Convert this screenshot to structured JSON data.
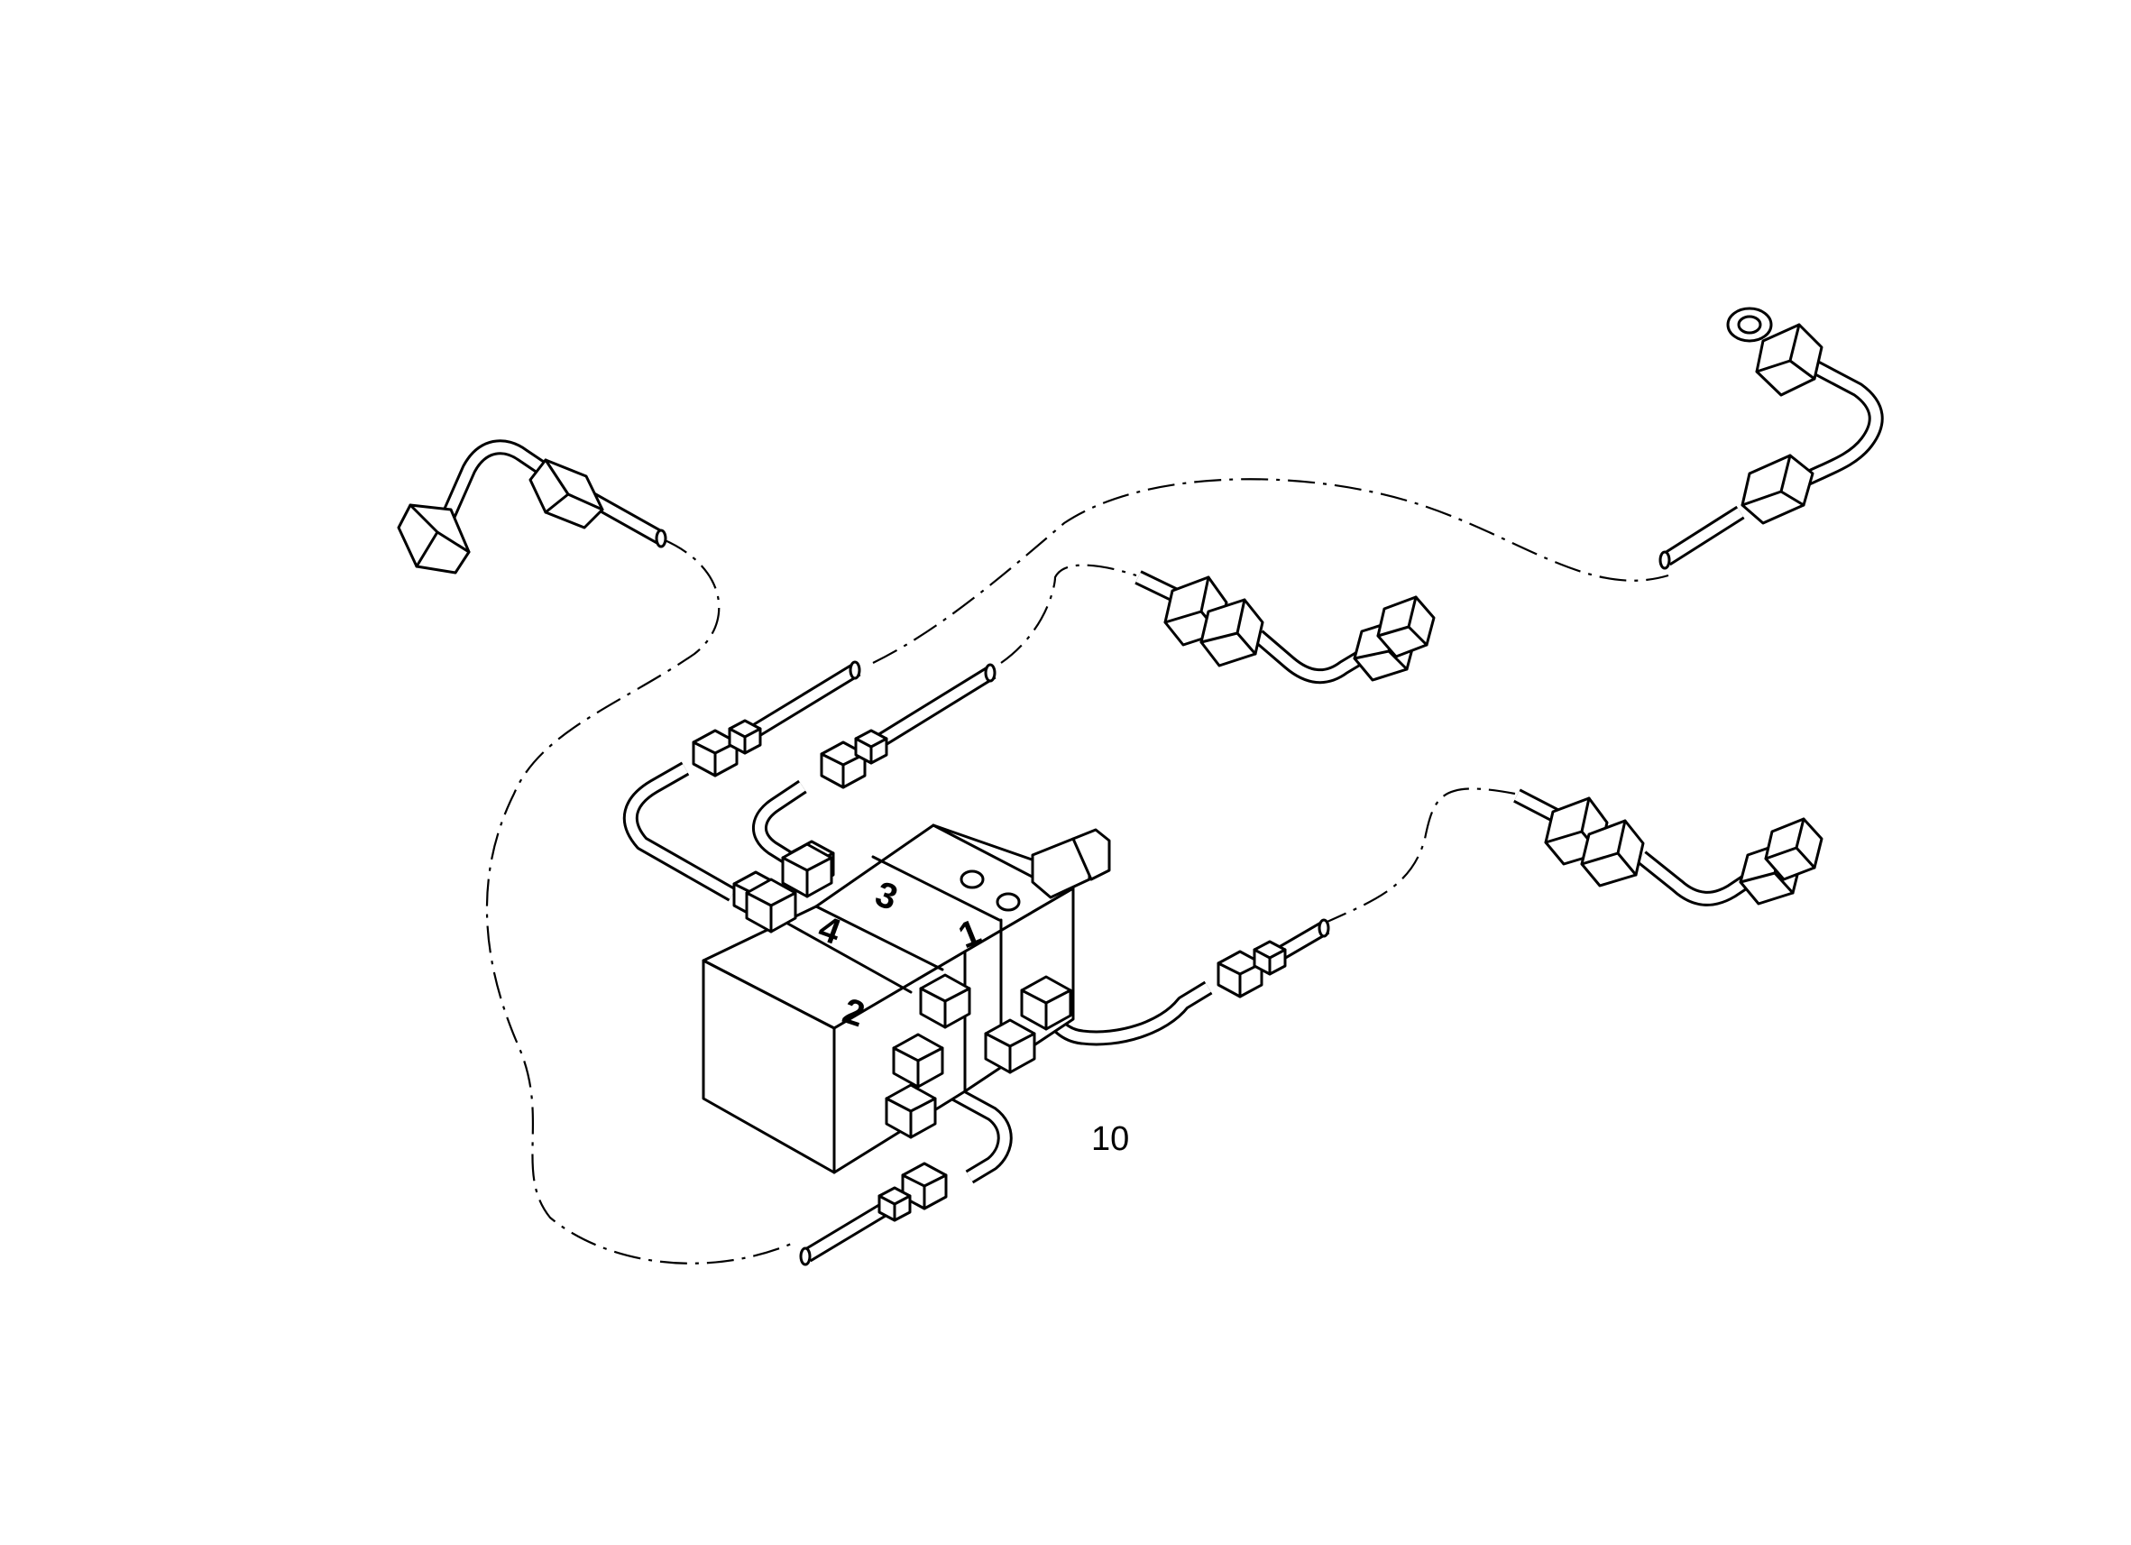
{
  "diagram": {
    "port_labels": [
      "1",
      "2",
      "3",
      "4"
    ],
    "callout_number": "10"
  }
}
